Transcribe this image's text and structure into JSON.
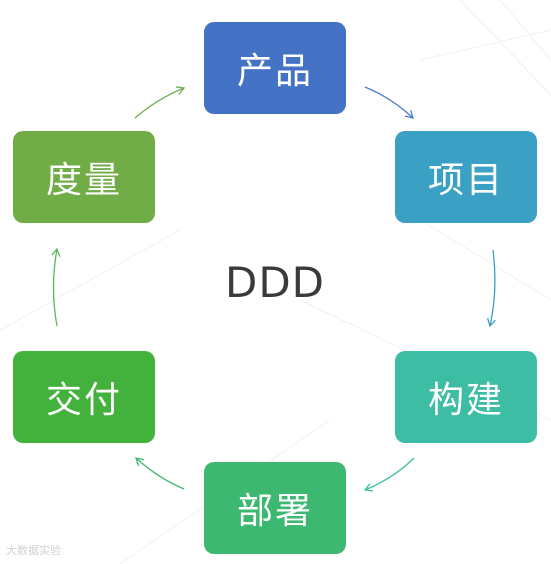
{
  "center": {
    "label": "DDD"
  },
  "nodes": [
    {
      "key": "product",
      "label": "产品"
    },
    {
      "key": "project",
      "label": "项目"
    },
    {
      "key": "build",
      "label": "构建"
    },
    {
      "key": "deploy",
      "label": "部署"
    },
    {
      "key": "deliver",
      "label": "交付"
    },
    {
      "key": "measure",
      "label": "度量"
    }
  ],
  "colors": {
    "product": "#4472c4",
    "project": "#3aa1c4",
    "build": "#3dbda3",
    "deploy": "#3cb870",
    "deliver": "#43b23c",
    "measure": "#70ad47",
    "arrow_product_project": "#4a7bc8",
    "arrow_project_build": "#3aa1c4",
    "arrow_build_deploy": "#3dbda3",
    "arrow_deploy_deliver": "#3cb870",
    "arrow_deliver_measure": "#5bb85a",
    "arrow_measure_product": "#70b050"
  },
  "watermark": {
    "text": "大数据实验"
  }
}
